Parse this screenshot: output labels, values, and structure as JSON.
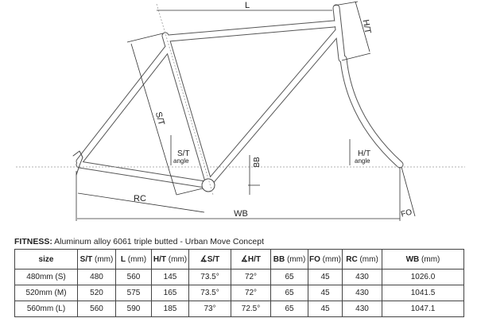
{
  "diagram": {
    "labels": {
      "L": "L",
      "HT": "H/T",
      "ST": "S/T",
      "ST_angle": "S/T",
      "HT_angle": "H/T",
      "angle": "angle",
      "BB": "BB",
      "RC": "RC",
      "WB": "WB",
      "FO": "FO"
    }
  },
  "table": {
    "title_bold": "FITNESS:",
    "title_rest": " Aluminum alloy 6061 triple butted - Urban Move Concept",
    "headers": [
      {
        "bold": "size",
        "unit": ""
      },
      {
        "bold": "S/T",
        "unit": " (mm)"
      },
      {
        "bold": "L",
        "unit": " (mm)"
      },
      {
        "bold": "H/T",
        "unit": " (mm)"
      },
      {
        "bold": "∡S/T",
        "unit": ""
      },
      {
        "bold": "∡H/T",
        "unit": ""
      },
      {
        "bold": "BB",
        "unit": " (mm)"
      },
      {
        "bold": "FO",
        "unit": " (mm)"
      },
      {
        "bold": "RC",
        "unit": " (mm)"
      },
      {
        "bold": "WB",
        "unit": " (mm)"
      }
    ],
    "rows": [
      [
        "480mm (S)",
        "480",
        "560",
        "145",
        "73.5°",
        "72°",
        "65",
        "45",
        "430",
        "1026.0"
      ],
      [
        "520mm (M)",
        "520",
        "575",
        "165",
        "73.5°",
        "72°",
        "65",
        "45",
        "430",
        "1041.5"
      ],
      [
        "560mm (L)",
        "560",
        "590",
        "185",
        "73°",
        "72.5°",
        "65",
        "45",
        "430",
        "1047.1"
      ]
    ]
  }
}
